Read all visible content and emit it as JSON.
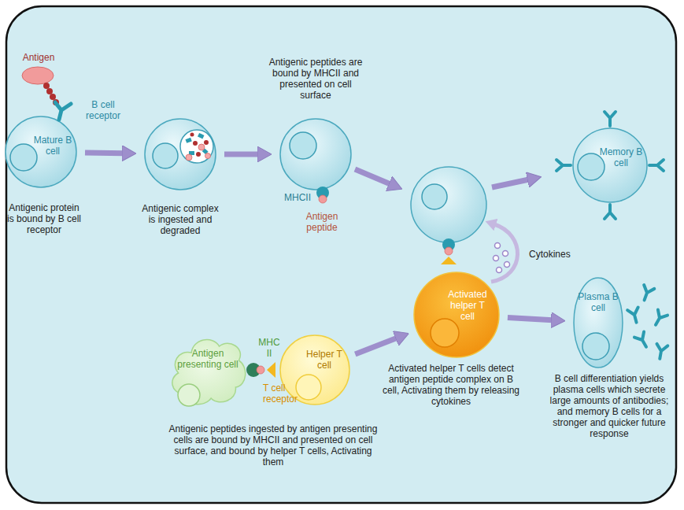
{
  "diagram": {
    "nodes": [
      {
        "text": [
          "Mature B cell",
          "Antigenic protein is bound by B cell receptor"
        ]
      },
      {
        "text": [
          "Antigenic complex is ingested and degraded"
        ]
      },
      {
        "text": [
          "Antigenic peptides are bound by MHCII and presented on cell surface"
        ]
      },
      {
        "text": [
          "Memory B cell"
        ]
      },
      {
        "text": [
          "Activated helper T cell",
          "Activated helper T cells detect antigen peptide complex on B cell, Activating them by releasing cytokines"
        ]
      },
      {
        "text": [
          "Plasma B cell"
        ]
      },
      {
        "text": [
          "Antigen presenting cell"
        ]
      },
      {
        "text": [
          "Helper T cell"
        ]
      }
    ],
    "edges": [
      {
        "from": 0,
        "to": 1,
        "arrow": "to"
      },
      {
        "from": 1,
        "to": 2,
        "arrow": "to"
      },
      {
        "from": 7,
        "to": 4,
        "arrow": "to"
      },
      {
        "from": 4,
        "to": 5,
        "arrow": "to"
      }
    ],
    "labels": [
      "Antigen",
      "B cell receptor",
      "MHCII",
      "Antigen peptide",
      "Cytokines",
      "MHC II",
      "T cell receptor",
      "Antigenic peptides ingested by antigen presenting cells are bound by MHCII and presented on cell surface, and bound by helper T cells, Activating them",
      "B cell differentiation yields plasma cells which secrete large amounts of antibodies; and memory B cells for a stronger and quicker future response"
    ]
  }
}
